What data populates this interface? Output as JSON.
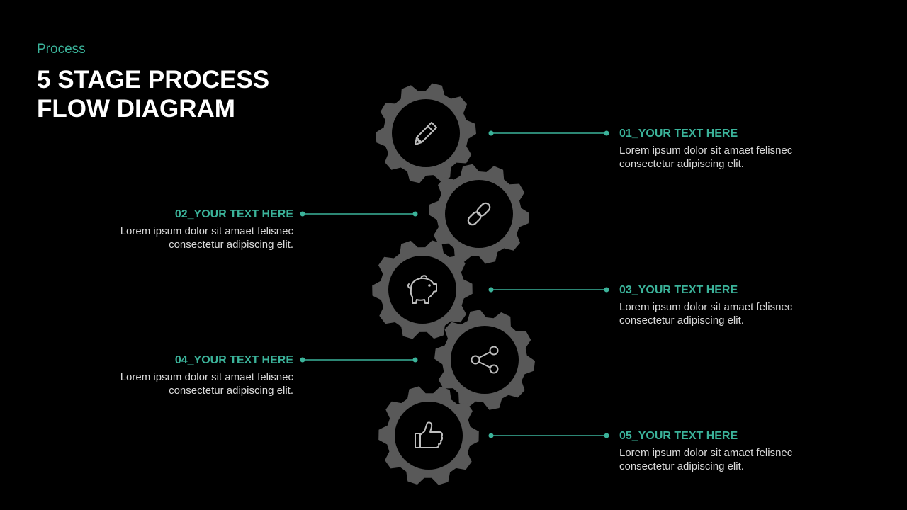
{
  "slide": {
    "subtitle": "Process",
    "title_line1": "5 STAGE PROCESS",
    "title_line2": "FLOW DIAGRAM"
  },
  "colors": {
    "background": "#000000",
    "accent": "#3bb39a",
    "gear": "#595959",
    "gear_inner": "#000000",
    "icon_stroke": "#bfbfbf",
    "text_light": "#d9d9d9"
  },
  "stages": [
    {
      "number": "01",
      "heading": "01_YOUR TEXT HERE",
      "line1": "Lorem ipsum dolor sit amaet felisnec",
      "line2": "consectetur  adipiscing elit.",
      "side": "right",
      "icon": "pencil-icon"
    },
    {
      "number": "02",
      "heading": "02_YOUR TEXT HERE",
      "line1": "Lorem ipsum dolor sit amaet felisnec",
      "line2": "consectetur  adipiscing elit.",
      "side": "left",
      "icon": "link-icon"
    },
    {
      "number": "03",
      "heading": "03_YOUR TEXT HERE",
      "line1": "Lorem ipsum dolor sit amaet felisnec",
      "line2": "consectetur  adipiscing elit.",
      "side": "right",
      "icon": "piggy-bank-icon"
    },
    {
      "number": "04",
      "heading": "04_YOUR TEXT HERE",
      "line1": "Lorem ipsum dolor sit amaet felisnec",
      "line2": "consectetur  adipiscing elit.",
      "side": "left",
      "icon": "share-icon"
    },
    {
      "number": "05",
      "heading": "05_YOUR TEXT HERE",
      "line1": "Lorem ipsum dolor sit amaet felisnec",
      "line2": "consectetur  adipiscing elit.",
      "side": "right",
      "icon": "thumbs-up-icon"
    }
  ]
}
